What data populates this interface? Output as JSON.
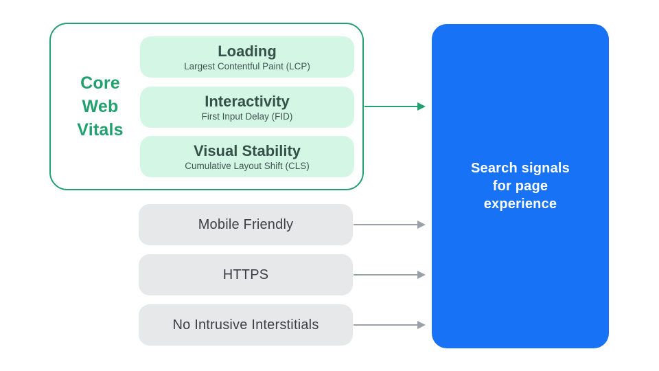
{
  "colors": {
    "green": "#23a06f",
    "mint": "#d3f6e5",
    "card_gray": "#e7e8e9",
    "blue": "#1772f5",
    "text_dark": "#3c4043",
    "green_card_text": "#36504a",
    "arrow_gray": "#9aa0a6",
    "white": "#ffffff"
  },
  "core_web_vitals": {
    "label_lines": [
      "Core",
      "Web",
      "Vitals"
    ],
    "cards": [
      {
        "title": "Loading",
        "subtitle": "Largest Contentful Paint (LCP)"
      },
      {
        "title": "Interactivity",
        "subtitle": "First Input Delay (FID)"
      },
      {
        "title": "Visual Stability",
        "subtitle": "Cumulative Layout Shift (CLS)"
      }
    ]
  },
  "other_signals": [
    {
      "label": "Mobile Friendly"
    },
    {
      "label": "HTTPS"
    },
    {
      "label": "No Intrusive Interstitials"
    }
  ],
  "result_box": {
    "label_lines": [
      "Search signals",
      "for page",
      "experience"
    ]
  }
}
